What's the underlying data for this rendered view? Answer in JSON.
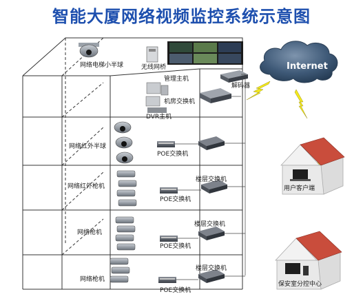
{
  "title": "智能大厦网络视频监控系统示意图",
  "labels": {
    "elevator_dome": "网络电梯小半球",
    "wireless_bridge": "无线网桥",
    "management_host": "管理主机",
    "decoder": "解码器",
    "machine_room_switch": "机房交换机",
    "dvr_host": "DVR主机",
    "ir_dome": "网络红外半球",
    "poe_switch": "POE交换机",
    "ir_bullet": "网络红外枪机",
    "floor_switch": "楼层交换机",
    "bullet": "网络枪机",
    "internet": "Internet",
    "user_client": "用户客户端",
    "security_sub_center": "保安室分控中心"
  },
  "colors": {
    "title": "#1d4fae",
    "cloud": "#3f5a78",
    "lightning": "#f4ea1d",
    "building_line": "#333333"
  }
}
